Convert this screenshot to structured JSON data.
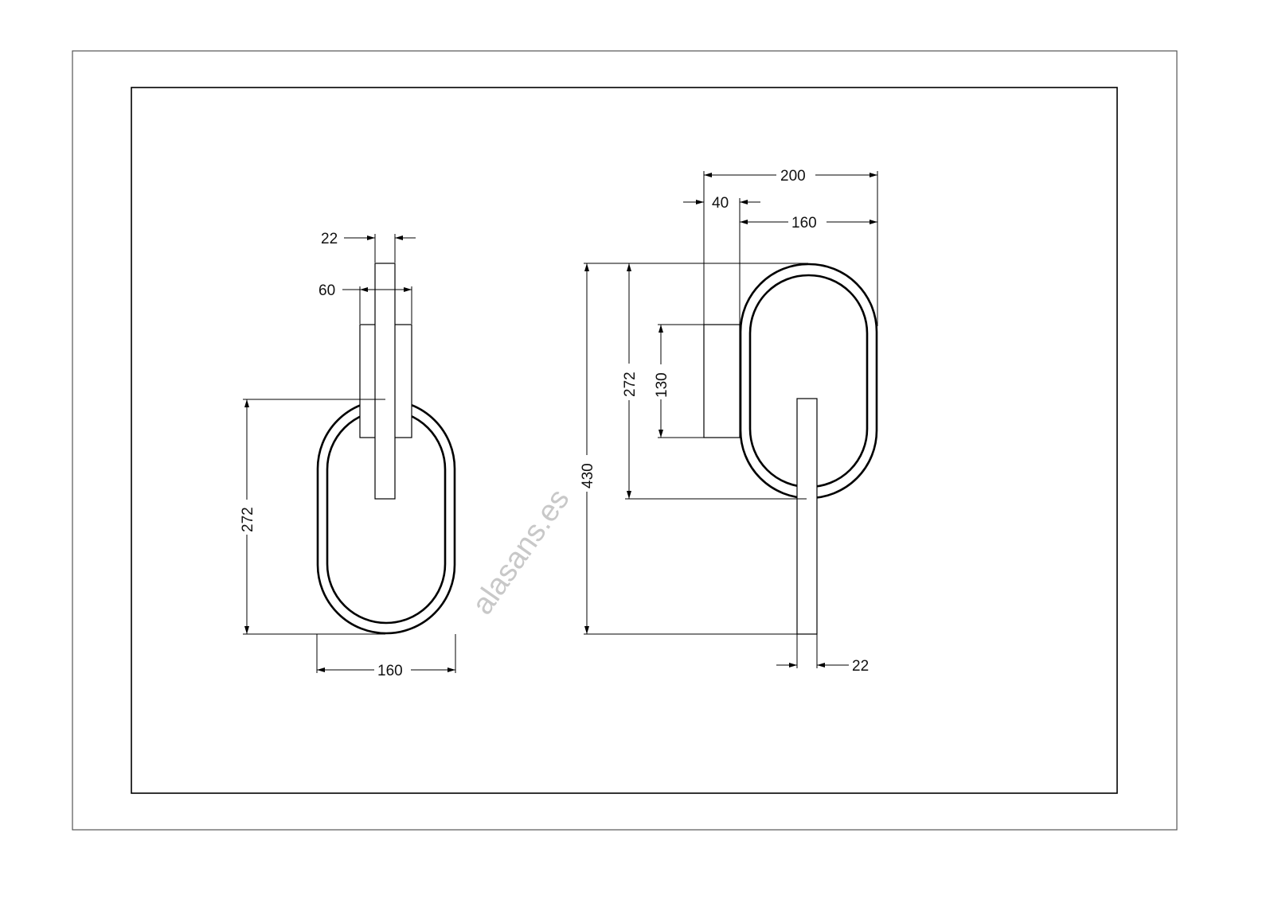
{
  "drawing": {
    "watermark": "alasans.es",
    "front_view": {
      "dims": {
        "bar_width": "22",
        "plate_width": "60",
        "ring_height": "272",
        "ring_width": "160"
      }
    },
    "side_view": {
      "dims": {
        "total_depth": "200",
        "plate_depth": "40",
        "ring_depth": "160",
        "total_height": "430",
        "ring_height": "272",
        "plate_height": "130",
        "bar_width": "22"
      }
    }
  }
}
